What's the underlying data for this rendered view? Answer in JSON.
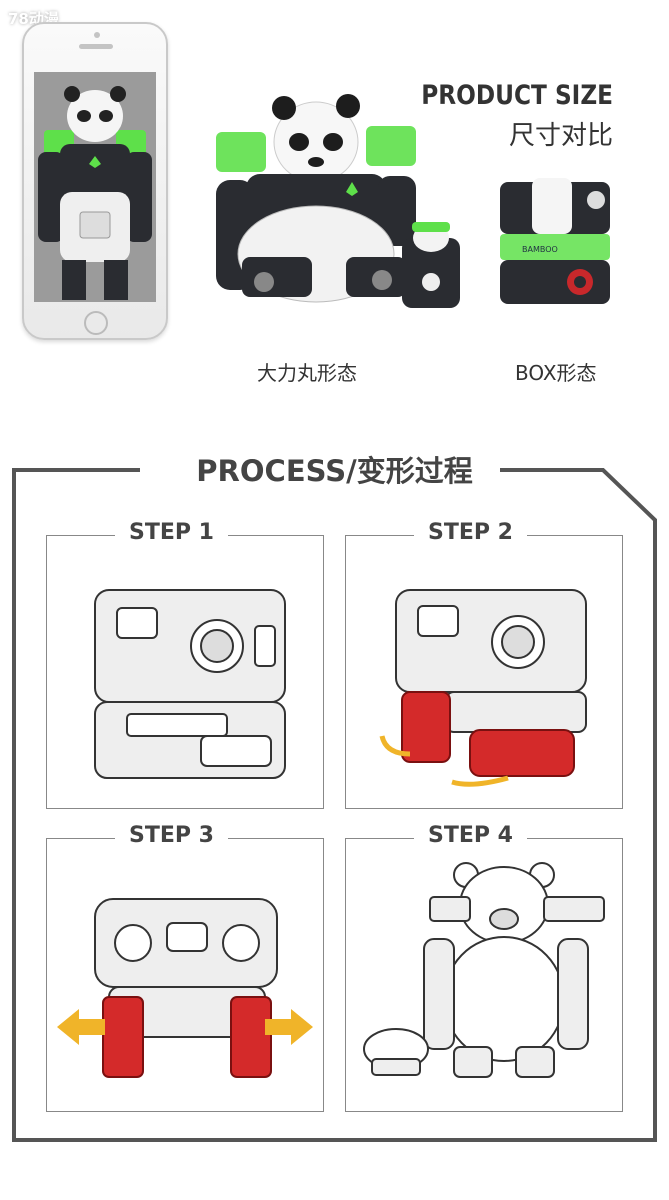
{
  "watermark": "78动漫",
  "product_size": {
    "title_en": "PRODUCT SIZE",
    "title_cn": "尺寸对比"
  },
  "forms": {
    "robot_caption": "大力丸形态",
    "box_caption": "BOX形态",
    "box_print": "BAMBOO"
  },
  "process": {
    "title": "PROCESS/变形过程",
    "steps": [
      {
        "label": "STEP 1"
      },
      {
        "label": "STEP 2"
      },
      {
        "label": "STEP 3"
      },
      {
        "label": "STEP 4"
      }
    ]
  },
  "colors": {
    "accent_red": "#d42a2a",
    "arrow_orange": "#f0b429",
    "translucent_green": "#5ee04a",
    "dark_body": "#2a2c31"
  }
}
